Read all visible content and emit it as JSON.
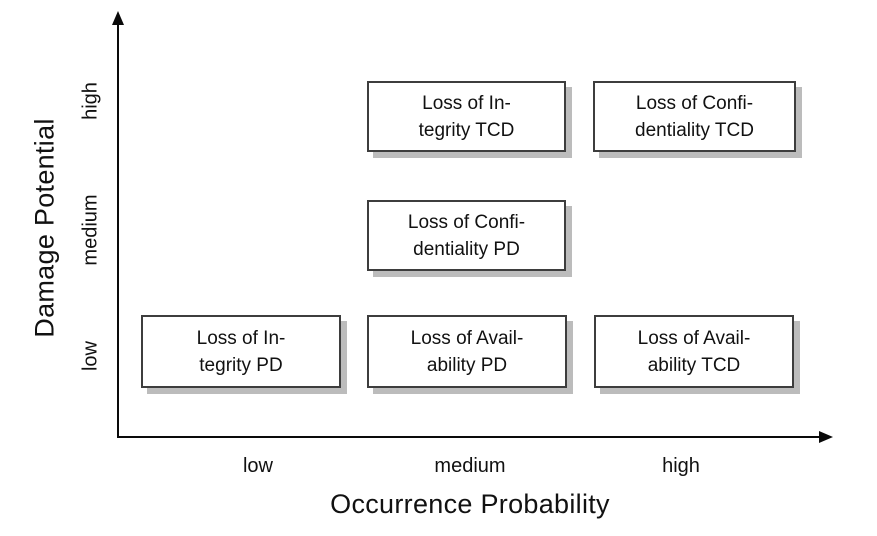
{
  "chart_data": {
    "type": "scatter",
    "title": "",
    "xlabel": "Occurrence Probability",
    "ylabel": "Damage Potential",
    "x_ticks": [
      "low",
      "medium",
      "high"
    ],
    "y_ticks": [
      "low",
      "medium",
      "high"
    ],
    "grid": false,
    "legend": false,
    "points": [
      {
        "x": "medium",
        "y": "high",
        "label": "Loss of Integrity TCD"
      },
      {
        "x": "high",
        "y": "high",
        "label": "Loss of Confidentiality TCD"
      },
      {
        "x": "medium",
        "y": "medium",
        "label": "Loss of Confidentiality PD"
      },
      {
        "x": "low",
        "y": "low",
        "label": "Loss of Integrity PD"
      },
      {
        "x": "medium",
        "y": "low",
        "label": "Loss of Availability PD"
      },
      {
        "x": "high",
        "y": "low",
        "label": "Loss of Availability TCD"
      }
    ]
  },
  "axes": {
    "x_title": "Occurrence Probability",
    "y_title": "Damage Potential",
    "x_ticks": {
      "low": "low",
      "medium": "medium",
      "high": "high"
    },
    "y_ticks": {
      "low": "low",
      "medium": "medium",
      "high": "high"
    }
  },
  "boxes": [
    {
      "line1": "Loss of In-",
      "line2": "tegrity TCD"
    },
    {
      "line1": "Loss of Confi-",
      "line2": "dentiality TCD"
    },
    {
      "line1": "Loss of Confi-",
      "line2": "dentiality PD"
    },
    {
      "line1": "Loss of In-",
      "line2": "tegrity PD"
    },
    {
      "line1": "Loss of Avail-",
      "line2": "ability PD"
    },
    {
      "line1": "Loss of Avail-",
      "line2": "ability TCD"
    }
  ],
  "colors": {
    "background": "#ffffff",
    "axis": "#0a0a0a",
    "box_border": "#3d3d3d",
    "box_fill": "#ffffff",
    "box_shadow": "#bcbcbc",
    "text": "#111111"
  }
}
